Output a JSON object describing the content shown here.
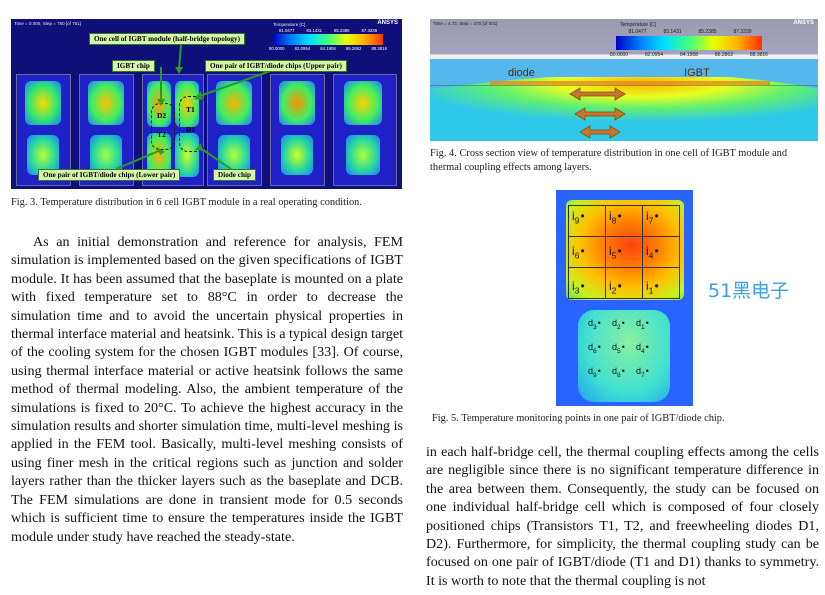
{
  "fig3": {
    "top_left_readout": "Time = 0.000, Step = 750 [of 751]",
    "brand": "ANSYS",
    "legend_title": "Temperature [C]",
    "legend_top_values": [
      "81.0477",
      "83.1431",
      "85.2385",
      "87.3339"
    ],
    "legend_bottom_values": [
      "80.0000",
      "82.0954",
      "84.1908",
      "86.2862",
      "88.3816"
    ],
    "label_cell": "One cell of IGBT module (half-bridge topology)",
    "label_igbt": "IGBT chip",
    "label_upper": "One pair of IGBT/diode chips (Upper pair)",
    "label_lower": "One pair of IGBT/diode chips (Lower pair)",
    "label_diode": "Diode chip",
    "chip_T1": "T1",
    "chip_D1": "D1",
    "chip_D2": "D2",
    "chip_T2": "T2",
    "caption": "Fig. 3.  Temperature distribution in 6 cell IGBT module in a real operating condition."
  },
  "fig4": {
    "top_left_readout": "Time = 4.72, Step = 470 [of 501]",
    "brand": "ANSYS",
    "legend_title": "Temperature [C]",
    "legend_top_values": [
      "81.0477",
      "83.1431",
      "85.2385",
      "87.3339"
    ],
    "legend_bottom_values": [
      "80.0000",
      "82.0954",
      "84.1908",
      "86.2862",
      "88.3816"
    ],
    "label_diode": "diode",
    "label_igbt": "IGBT",
    "caption": "Fig. 4.  Cross section view of temperature distribution in one cell of IGBT module and thermal coupling effects among layers."
  },
  "fig5": {
    "points": [
      "i9",
      "i8",
      "i7",
      "i6",
      "i5",
      "i4",
      "i3",
      "i2",
      "i1"
    ],
    "diode_points": [
      "d3",
      "d2",
      "d1",
      "d6",
      "d5",
      "d4",
      "d9",
      "d8",
      "d7"
    ],
    "caption": "Fig. 5.  Temperature monitoring points in one pair of IGBT/diode chip."
  },
  "watermark": "51黑电子",
  "left_paragraph": "As an initial demonstration and reference for analysis, FEM simulation is implemented based on the given specifications of IGBT module. It has been assumed that the baseplate is mounted on a plate with fixed temperature set to 88°C in order to decrease the simulation time and to avoid the uncertain physical properties in thermal interface material and heatsink. This is a typical design target of the cooling system for the chosen IGBT modules [33]. Of course, using thermal interface material or active heatsink follows the same method of thermal modeling. Also, the ambient temperature of the simulations is fixed to 20°C. To achieve the highest accuracy in the simulation results and shorter simulation time, multi-level meshing is applied in the FEM tool. Basically, multi-level meshing consists of using finer mesh in the critical regions such as junction and solder layers rather than the thicker layers such as the baseplate and DCB. The FEM simulations are done in transient mode for 0.5 seconds which is sufficient time to ensure the temperatures inside the IGBT module under study have reached the steady-state.",
  "right_paragraph": "in each half-bridge cell, the thermal coupling effects among the cells are negligible since there is no significant temperature difference in the area between them. Consequently, the study can be focused on one individual half-bridge cell which is composed of four closely positioned chips (Transistors T1, T2, and freewheeling diodes D1, D2). Furthermore, for simplicity, the thermal coupling study can be focused on one pair of IGBT/diode (T1 and D1) thanks to symmetry. It is worth to note that the thermal coupling is not"
}
